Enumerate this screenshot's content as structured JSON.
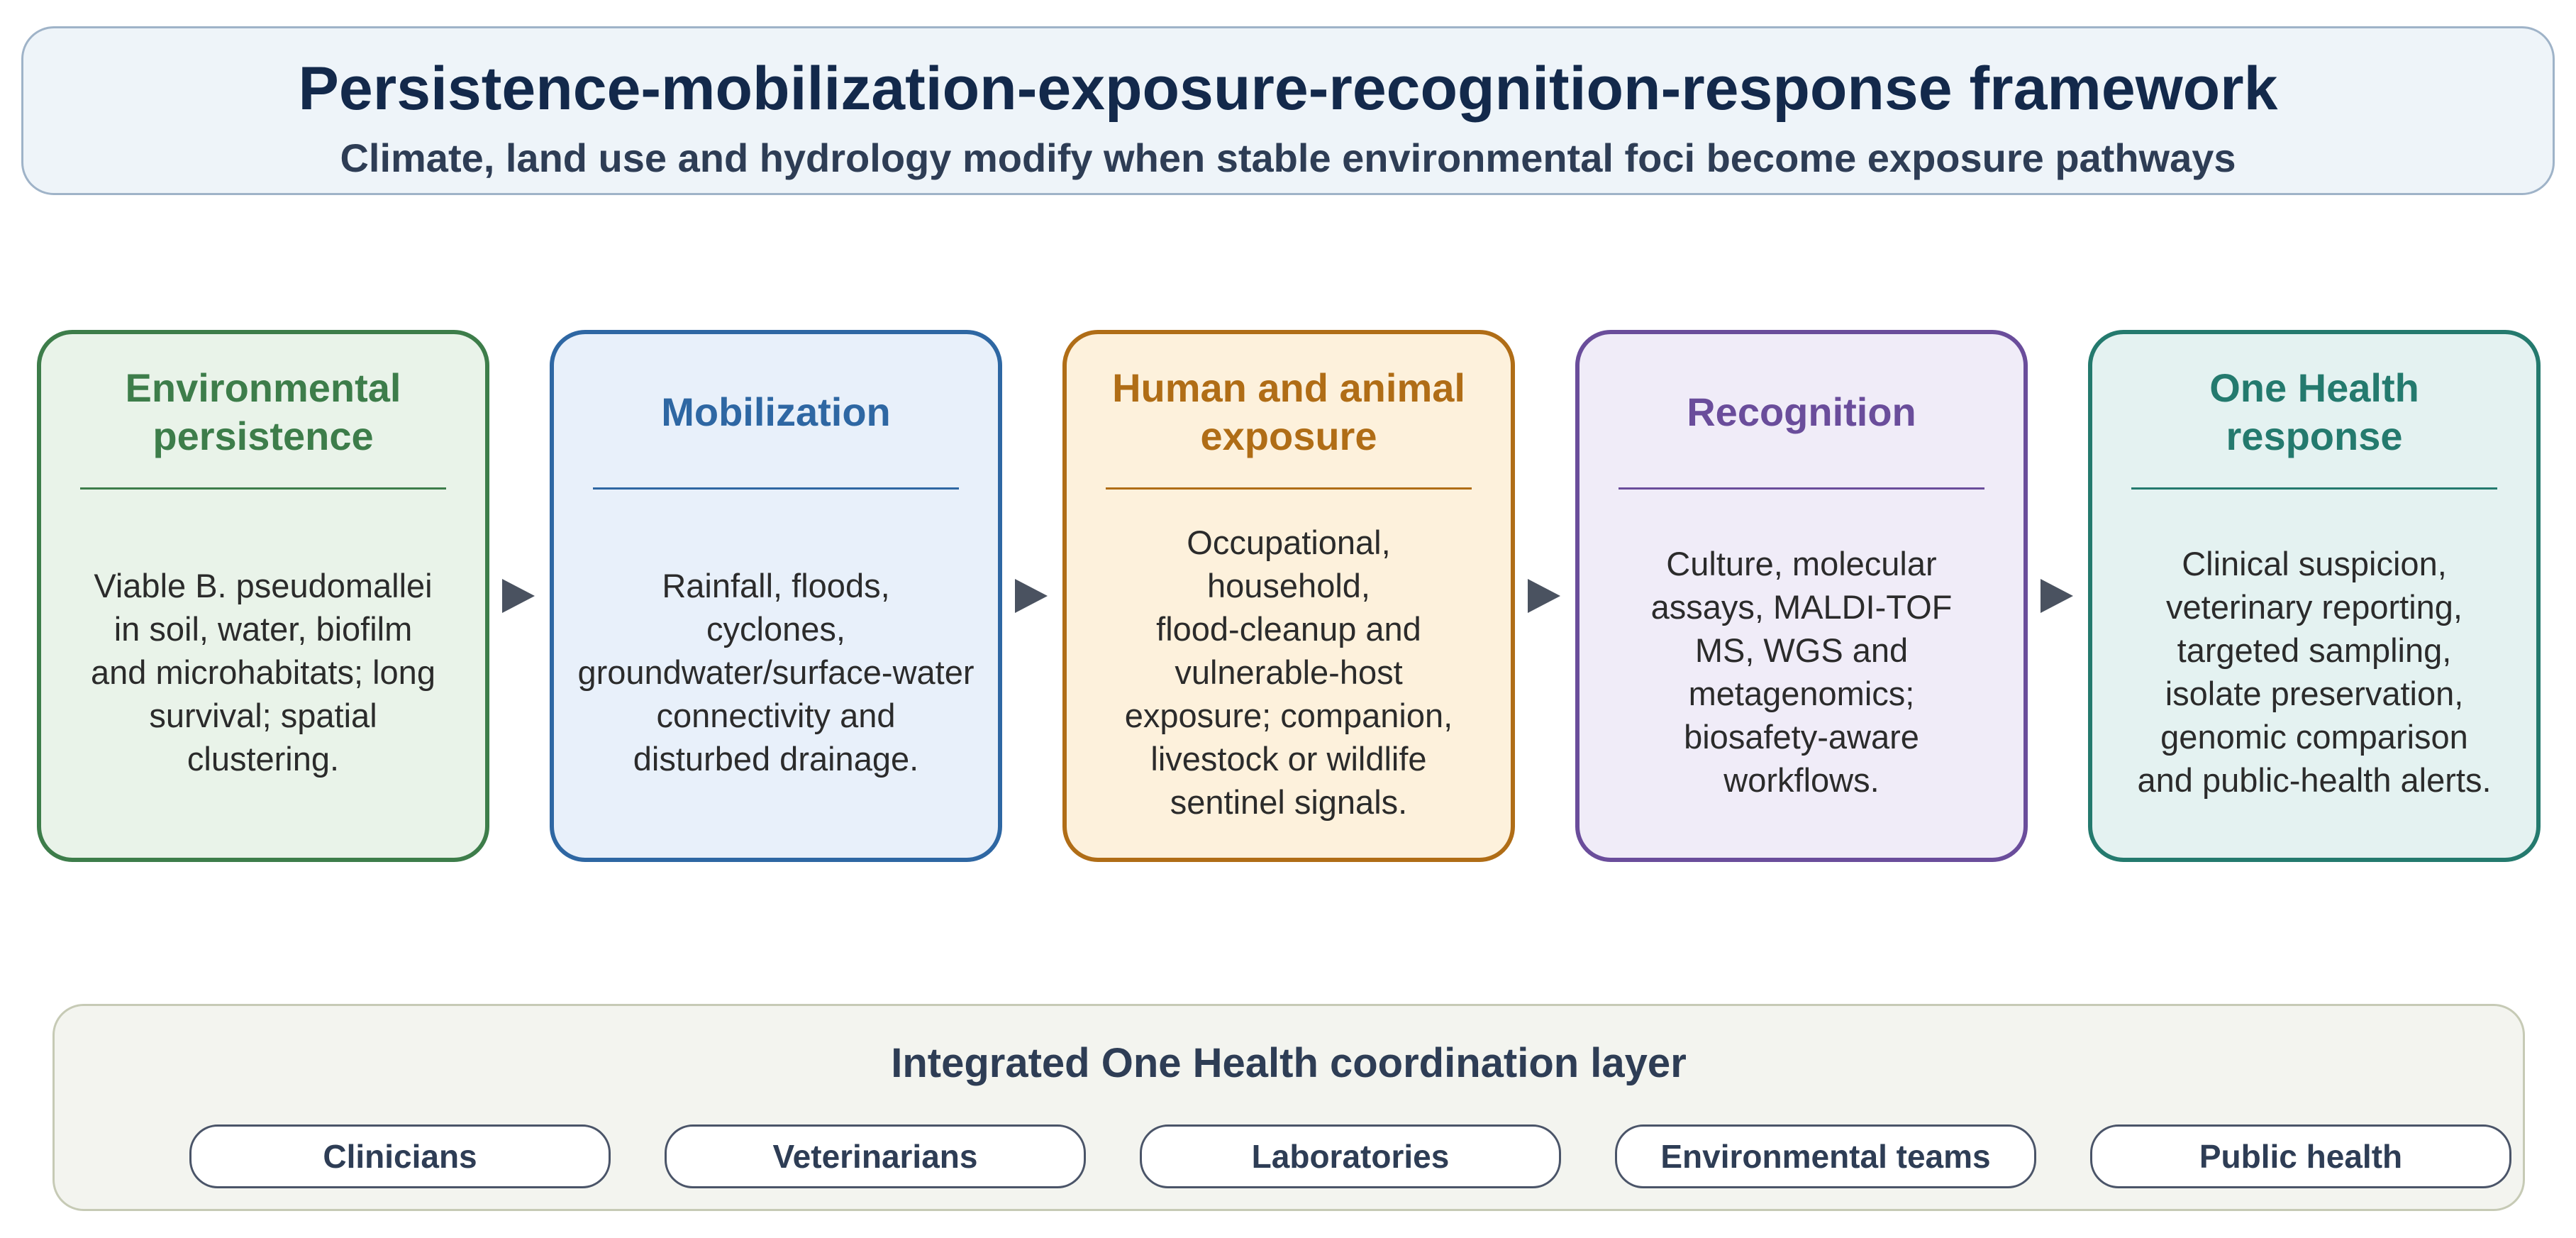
{
  "header": {
    "title": "Persistence-mobilization-exposure-recognition-response framework",
    "subtitle": "Climate, land use and hydrology modify when stable environmental foci become exposure pathways"
  },
  "stages": [
    {
      "title": "Environmental\npersistence",
      "body": "Viable B. pseudomallei\nin soil, water, biofilm\nand microhabitats; long\nsurvival; spatial\nclustering.",
      "border_color": "#3d7d4a",
      "fill_color": "#e9f3e9",
      "title_color": "#3d7d4a"
    },
    {
      "title": "Mobilization",
      "body": "Rainfall, floods,\ncyclones,\ngroundwater/surface-water\nconnectivity and\ndisturbed drainage.",
      "border_color": "#2e67a3",
      "fill_color": "#e8f0fa",
      "title_color": "#2e67a3"
    },
    {
      "title": "Human and animal\nexposure",
      "body": "Occupational,\nhousehold,\nflood-cleanup and\nvulnerable-host\nexposure; companion,\nlivestock or wildlife\nsentinel signals.",
      "border_color": "#b06d16",
      "fill_color": "#fdf1dc",
      "title_color": "#b06d16"
    },
    {
      "title": "Recognition",
      "body": "Culture, molecular\nassays, MALDI-TOF\nMS, WGS and\nmetagenomics;\nbiosafety-aware\nworkflows.",
      "border_color": "#6a4d9b",
      "fill_color": "#f0ecf8",
      "title_color": "#6a4d9b"
    },
    {
      "title": "One Health\nresponse",
      "body": "Clinical suspicion,\nveterinary reporting,\ntargeted sampling,\nisolate preservation,\ngenomic comparison\nand public-health alerts.",
      "border_color": "#247a6e",
      "fill_color": "#e4f2f1",
      "title_color": "#247a6e"
    }
  ],
  "arrow_color": "#4a5260",
  "coordination": {
    "title": "Integrated One Health coordination layer",
    "partners": [
      "Clinicians",
      "Veterinarians",
      "Laboratories",
      "Environmental teams",
      "Public health"
    ]
  }
}
